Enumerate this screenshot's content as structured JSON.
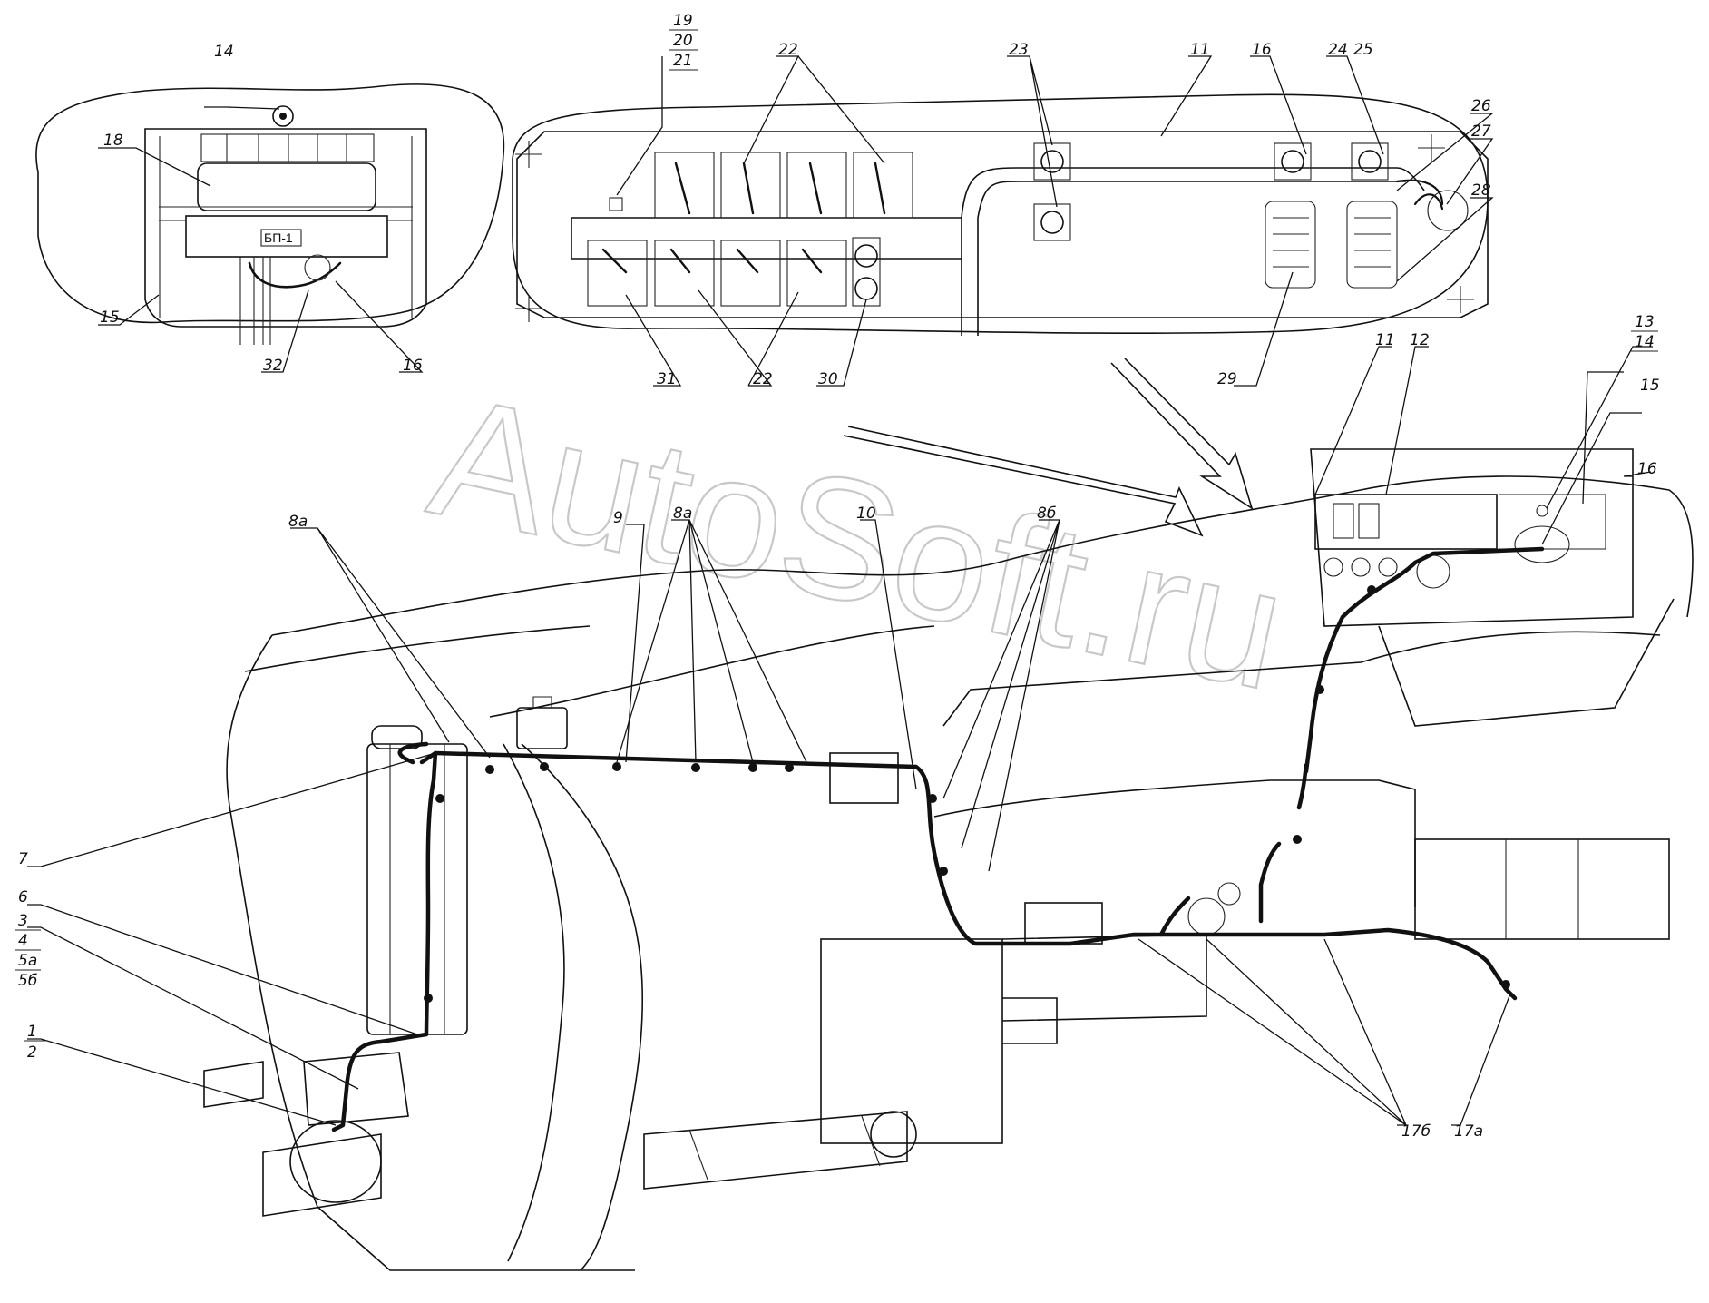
{
  "watermark": "AutoSoft.ru",
  "unit_label": "БП-1",
  "callouts": {
    "c1": "1",
    "c2": "2",
    "c3": "3",
    "c4": "4",
    "c5a": "5а",
    "c5b": "5б",
    "c6": "6",
    "c7": "7",
    "c8a_left": "8а",
    "c8a_mid": "8а",
    "c8b": "8б",
    "c9": "9",
    "c10": "10",
    "c11_top": "11",
    "c11_panel": "11",
    "c12": "12",
    "c13": "13",
    "c14_panel": "14",
    "c14_inset": "14",
    "c15_panel": "15",
    "c15_inset": "15",
    "c16_top": "16",
    "c16_panel": "16",
    "c16_inset": "16",
    "c17a": "17а",
    "c17b": "17б",
    "c18": "18",
    "c19": "19",
    "c20": "20",
    "c21": "21",
    "c22_top": "22",
    "c22_bottom": "22",
    "c23": "23",
    "c24": "24",
    "c25": "25",
    "c26": "26",
    "c27": "27",
    "c28": "28",
    "c29": "29",
    "c30": "30",
    "c31": "31",
    "c32": "32"
  }
}
